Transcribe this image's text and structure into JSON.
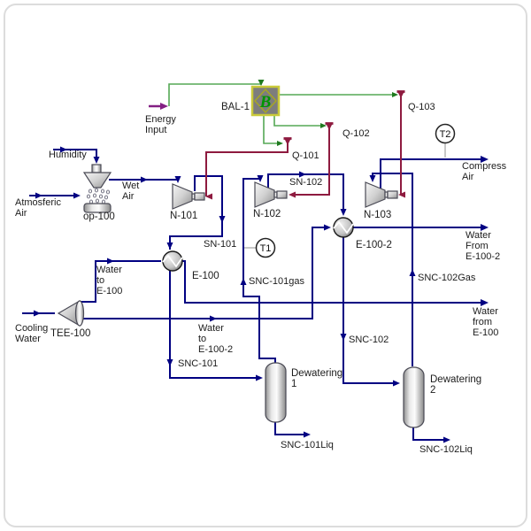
{
  "flowsheet": {
    "units": {
      "op100": {
        "label": "op-100"
      },
      "n101": {
        "label": "N-101"
      },
      "n102": {
        "label": "N-102"
      },
      "n103": {
        "label": "N-103"
      },
      "e100": {
        "label": "E-100"
      },
      "e100_2": {
        "label": "E-100-2"
      },
      "tee100": {
        "label": "TEE-100"
      },
      "bal1": {
        "label": "BAL-1",
        "symbol": "B"
      },
      "dewatering1": {
        "label": "Dewatering\n1"
      },
      "dewatering2": {
        "label": "Dewatering\n2"
      }
    },
    "indicators": {
      "t1": {
        "label": "T1"
      },
      "t2": {
        "label": "T2"
      }
    },
    "streams": {
      "humidity": {
        "label": "Humidity"
      },
      "atmosferic_air": {
        "label": "Atmosferic\nAir"
      },
      "wet_air": {
        "label": "Wet\nAir"
      },
      "energy_input": {
        "label": "Energy\nInput"
      },
      "q101": {
        "label": "Q-101"
      },
      "q102": {
        "label": "Q-102"
      },
      "q103": {
        "label": "Q-103"
      },
      "sn101": {
        "label": "SN-101"
      },
      "sn102": {
        "label": "SN-102"
      },
      "snc101": {
        "label": "SNC-101"
      },
      "snc102": {
        "label": "SNC-102"
      },
      "snc101gas": {
        "label": "SNC-101gas"
      },
      "snc102gas": {
        "label": "SNC-102Gas"
      },
      "snc101liq": {
        "label": "SNC-101Liq"
      },
      "snc102liq": {
        "label": "SNC-102Liq"
      },
      "cooling_water": {
        "label": "Cooling\nWater"
      },
      "water_to_e100": {
        "label": "Water\nto\nE-100"
      },
      "water_to_e100_2": {
        "label": "Water\nto\nE-100-2"
      },
      "water_from_e100": {
        "label": "Water\nfrom\nE-100"
      },
      "water_from_e100_2": {
        "label": "Water\nFrom\nE-100-2"
      },
      "compress_air": {
        "label": "Compress\nAir"
      }
    },
    "colors": {
      "material_stream": "#000082",
      "energy_stream": "#8E1A3F",
      "balance_link": "#55A855",
      "energy_feed_arrow": "#831F83",
      "balance_block_fill": "#7D7D7D",
      "balance_block_border": "#CACA3A"
    }
  }
}
